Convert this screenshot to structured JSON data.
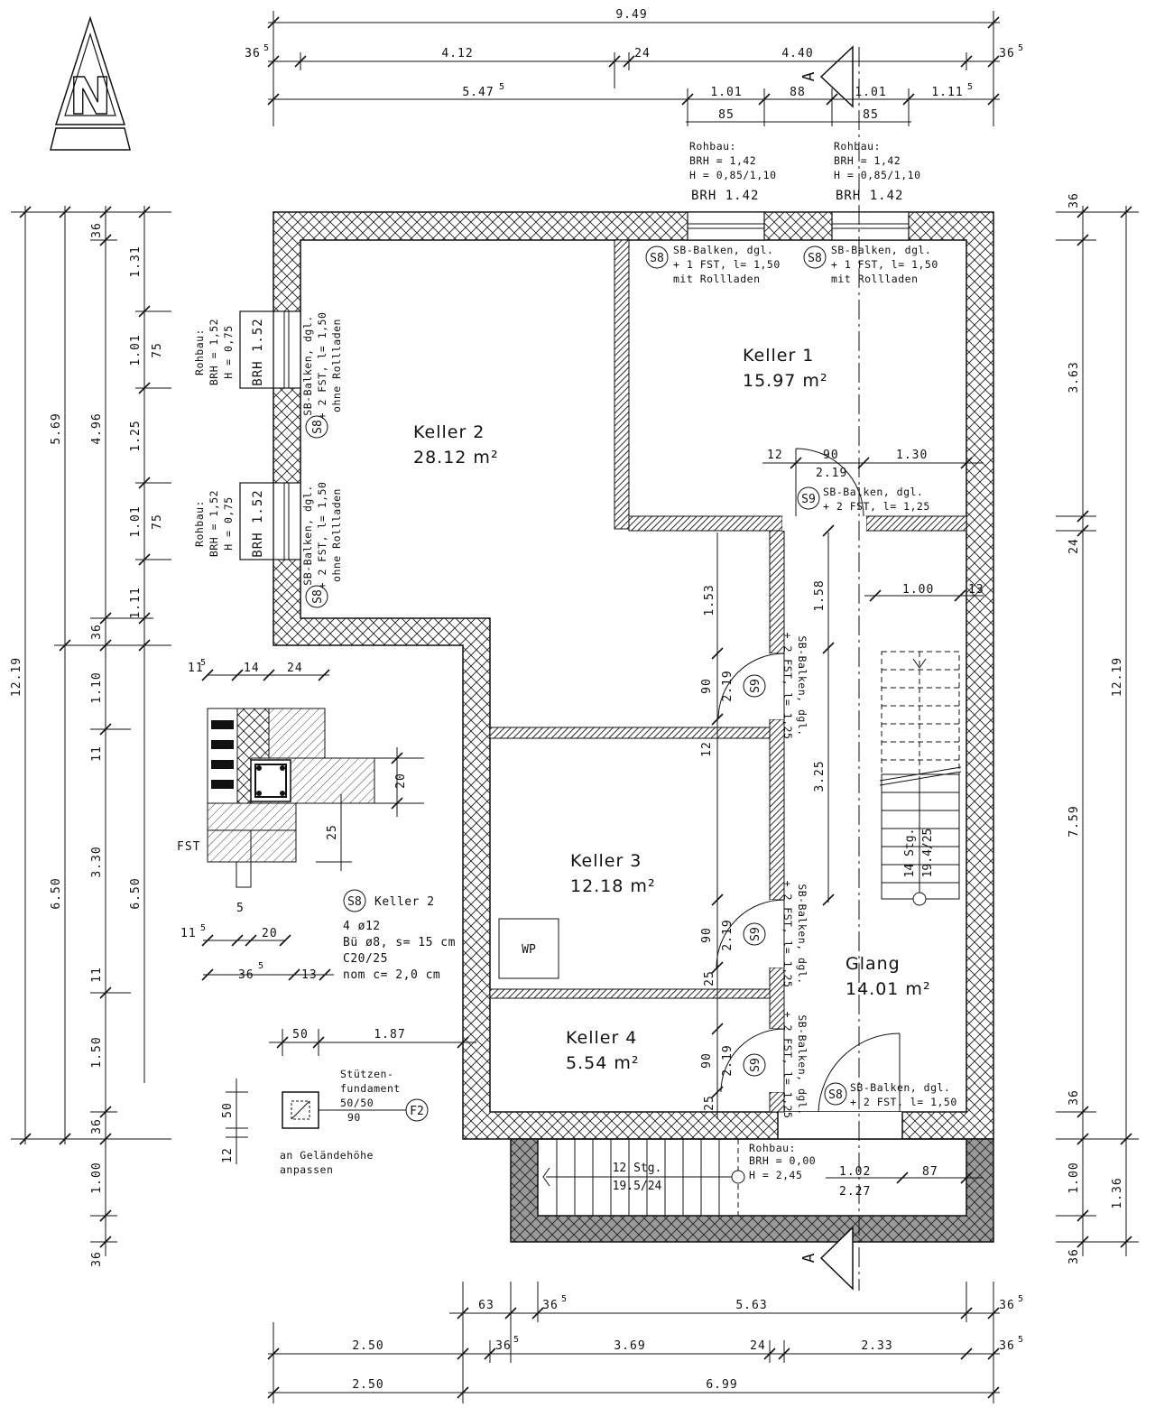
{
  "rooms": {
    "keller1": {
      "name": "Keller 1",
      "area": "15.97 m²"
    },
    "keller2": {
      "name": "Keller 2",
      "area": "28.12 m²"
    },
    "keller3": {
      "name": "Keller 3",
      "area": "12.18 m²"
    },
    "keller4": {
      "name": "Keller 4",
      "area": "5.54 m²"
    },
    "glang": {
      "name": "Glang",
      "area": "14.01 m²"
    }
  },
  "dims": {
    "top_total": "9.49",
    "top_r2": [
      "36",
      "4.12",
      "24",
      "4.40",
      "36"
    ],
    "top_r3": [
      "5.47",
      "1.01",
      "88",
      "1.01",
      "1.11"
    ],
    "top_r4": [
      "85",
      "85"
    ],
    "bot_r1": [
      "63",
      "36",
      "5.63",
      "36"
    ],
    "bot_r2": [
      "2.50",
      "36",
      "3.69",
      "24",
      "2.33",
      "36"
    ],
    "bot_r3": [
      "2.50",
      "6.99"
    ],
    "left_total": "12.19",
    "left_r2": [
      "5.69",
      "6.50"
    ],
    "left_r3": [
      "1.31",
      "4.96",
      "1.10",
      "3.30",
      "1.50",
      "36",
      "1.00",
      "36"
    ],
    "left_r4": [
      "1.01",
      "1.25",
      "1.01",
      "1.11",
      "11",
      "6.50",
      "11"
    ],
    "left_75": [
      "75",
      "75"
    ],
    "right": [
      "36",
      "3.63",
      "24",
      "7.59",
      "36",
      "1.00",
      "36",
      "12.19",
      "1.36"
    ],
    "inner": [
      "12",
      "90",
      "1.30",
      "2.19",
      "1.53",
      "1.58",
      "1.00",
      "13",
      "90",
      "2.19",
      "12",
      "3.25",
      "90",
      "2.19",
      "25",
      "90",
      "2.19",
      "25",
      "1.02",
      "87",
      "2.27",
      "5"
    ]
  },
  "windows": {
    "top_note": [
      "Rohbau:",
      "BRH = 1,42",
      "H    = 0,85/1,10"
    ],
    "top_brh": "BRH 1.42",
    "left_note": [
      "Rohbau:",
      "BRH = 1,52",
      "H   = 0,75"
    ],
    "left_brh": "BRH 1.52"
  },
  "beams": {
    "s8_top": [
      "SB-Balken, dgl.",
      "+ 1 FST, l= 1,50",
      "mit Rollladen"
    ],
    "s8_left": [
      "SB-Balken, dgl.",
      "+ 2 FST, l= 1,50",
      "ohne Rollladen"
    ],
    "s9_k1": [
      "SB-Balken, dgl.",
      "+ 2 FST, l= 1,25"
    ],
    "s9_v": [
      "SB-Balken, dgl.",
      "+ 2 FST, l= 1,25"
    ],
    "s9_k4": [
      "SB-Balken, dgl.",
      "+ 2 FST, l= 1,25"
    ],
    "s8_glang": [
      "SB-Balken, dgl.",
      "+ 2 FST, l= 1,50"
    ]
  },
  "tags": {
    "s8": "S8",
    "s9": "S9",
    "f2": "F2",
    "a": "A"
  },
  "stairs": {
    "inner_count": "14 Stg.",
    "inner_ratio": "19.4/25",
    "outer_count": "12 Stg.",
    "outer_ratio": "19.5/24"
  },
  "entrance_note": [
    "Rohbau:",
    "BRH = 0,00",
    "H    = 2,45"
  ],
  "wp_label": "WP",
  "detail": {
    "top": [
      "11",
      "14",
      "24"
    ],
    "right": [
      "20",
      "25"
    ],
    "fst": "FST",
    "bottom": [
      "5",
      "11",
      "20",
      "36",
      "13"
    ],
    "spec_title": "Keller 2",
    "spec": [
      "4 ø12",
      "Bü ø8, s= 15 cm",
      "C20/25",
      "nom c= 2,0 cm"
    ]
  },
  "footing": {
    "dims": [
      "50",
      "1.87",
      "50",
      "12"
    ],
    "note": [
      "Stützen-",
      "fundament",
      "50/50",
      "90"
    ],
    "terrain": [
      "an Geländehöhe",
      "anpassen"
    ]
  },
  "sup": "5",
  "north_letter": "N"
}
